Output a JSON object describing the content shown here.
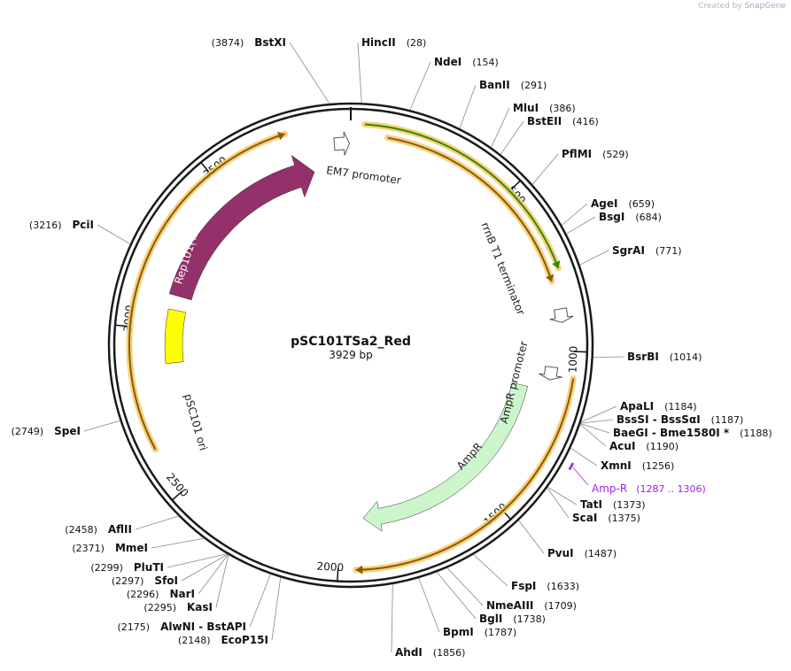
{
  "credit": {
    "prefix": "Created by",
    "brand": "SnapGene"
  },
  "plasmid": {
    "name": "pSC101TSa2_Red",
    "length_label": "3929 bp",
    "total_bp": 3929
  },
  "ruler_ticks": [
    {
      "bp": 500,
      "label": "500"
    },
    {
      "bp": 1000,
      "label": "1000"
    },
    {
      "bp": 1500,
      "label": "1500"
    },
    {
      "bp": 2000,
      "label": "2000"
    },
    {
      "bp": 2500,
      "label": "2500"
    },
    {
      "bp": 3000,
      "label": "3000"
    },
    {
      "bp": 3500,
      "label": "3500"
    }
  ],
  "sites": [
    {
      "name": "BstXI",
      "pos": "(3874)",
      "bp": 3874,
      "side": "left"
    },
    {
      "name": "HincII",
      "pos": "(28)",
      "bp": 28,
      "side": "right"
    },
    {
      "name": "NdeI",
      "pos": "(154)",
      "bp": 154,
      "side": "right"
    },
    {
      "name": "BanII",
      "pos": "(291)",
      "bp": 291,
      "side": "right"
    },
    {
      "name": "MluI",
      "pos": "(386)",
      "bp": 386,
      "side": "right"
    },
    {
      "name": "BstEII",
      "pos": "(416)",
      "bp": 416,
      "side": "right"
    },
    {
      "name": "PflMI",
      "pos": "(529)",
      "bp": 529,
      "side": "right"
    },
    {
      "name": "AgeI",
      "pos": "(659)",
      "bp": 659,
      "side": "right"
    },
    {
      "name": "BsgI",
      "pos": "(684)",
      "bp": 684,
      "side": "right"
    },
    {
      "name": "SgrAI",
      "pos": "(771)",
      "bp": 771,
      "side": "right"
    },
    {
      "name": "BsrBI",
      "pos": "(1014)",
      "bp": 1014,
      "side": "right"
    },
    {
      "name": "ApaLI",
      "pos": "(1184)",
      "bp": 1184,
      "side": "right"
    },
    {
      "name": "BssSI - BssSαI",
      "pos": "(1187)",
      "bp": 1187,
      "side": "right"
    },
    {
      "name": "BaeGI - Bme1580I *",
      "pos": "(1188)",
      "bp": 1188,
      "side": "right"
    },
    {
      "name": "AcuI",
      "pos": "(1190)",
      "bp": 1190,
      "side": "right"
    },
    {
      "name": "XmnI",
      "pos": "(1256)",
      "bp": 1256,
      "side": "right"
    },
    {
      "name": "TatI",
      "pos": "(1373)",
      "bp": 1373,
      "side": "right"
    },
    {
      "name": "ScaI",
      "pos": "(1375)",
      "bp": 1375,
      "side": "right"
    },
    {
      "name": "PvuI",
      "pos": "(1487)",
      "bp": 1487,
      "side": "right"
    },
    {
      "name": "FspI",
      "pos": "(1633)",
      "bp": 1633,
      "side": "right"
    },
    {
      "name": "NmeAIII",
      "pos": "(1709)",
      "bp": 1709,
      "side": "right"
    },
    {
      "name": "BglI",
      "pos": "(1738)",
      "bp": 1738,
      "side": "right"
    },
    {
      "name": "BpmI",
      "pos": "(1787)",
      "bp": 1787,
      "side": "right"
    },
    {
      "name": "AhdI",
      "pos": "(1856)",
      "bp": 1856,
      "side": "right"
    },
    {
      "name": "EcoP15I",
      "pos": "(2148)",
      "bp": 2148,
      "side": "left"
    },
    {
      "name": "AlwNI - BstAPI",
      "pos": "(2175)",
      "bp": 2175,
      "side": "left"
    },
    {
      "name": "KasI",
      "pos": "(2295)",
      "bp": 2295,
      "side": "left"
    },
    {
      "name": "NarI",
      "pos": "(2296)",
      "bp": 2296,
      "side": "left"
    },
    {
      "name": "SfoI",
      "pos": "(2297)",
      "bp": 2297,
      "side": "left"
    },
    {
      "name": "PluTI",
      "pos": "(2299)",
      "bp": 2299,
      "side": "left"
    },
    {
      "name": "MmeI",
      "pos": "(2371)",
      "bp": 2371,
      "side": "left"
    },
    {
      "name": "AflII",
      "pos": "(2458)",
      "bp": 2458,
      "side": "left"
    },
    {
      "name": "SpeI",
      "pos": "(2749)",
      "bp": 2749,
      "side": "left"
    },
    {
      "name": "PciI",
      "pos": "(3216)",
      "bp": 3216,
      "side": "left"
    }
  ],
  "primer": {
    "name": "Amp-R",
    "pos": "(1287 .. 1306)",
    "bp_start": 1287,
    "bp_end": 1306,
    "color": "#a020f0"
  },
  "features": [
    {
      "name": "Rep101(Ts)",
      "start": 3120,
      "end": 3800,
      "direction": "forward",
      "color": "#94306a"
    },
    {
      "name": "pSC101 ori",
      "start": 2885,
      "end": 3070,
      "direction": "none",
      "color": "#ffff00"
    },
    {
      "name": "EM7 promoter",
      "start": 3878,
      "end": 3925,
      "direction": "forward",
      "color": "#ffffff"
    },
    {
      "name": "rrnB T1 terminator",
      "start": 875,
      "end": 915,
      "direction": "forward",
      "color": "#ffffff"
    },
    {
      "name": "AmpR promoter",
      "start": 1050,
      "end": 1090,
      "direction": "forward",
      "color": "#ffffff"
    },
    {
      "name": "AmpR",
      "start": 1125,
      "end": 1920,
      "direction": "forward",
      "color": "#ccf5cc"
    }
  ],
  "orf_arcs": [
    {
      "start": 40,
      "end": 760,
      "color": "#2e8b00"
    },
    {
      "start": 110,
      "end": 790,
      "color": "#8a5a00"
    },
    {
      "start": 1075,
      "end": 1950,
      "color": "#8a5a00"
    },
    {
      "start": 2640,
      "end": 3740,
      "color": "#8a5a00"
    }
  ],
  "colors": {
    "backbone": "#1a1a1a",
    "leader": "#888888",
    "primer": "#a020f0"
  }
}
